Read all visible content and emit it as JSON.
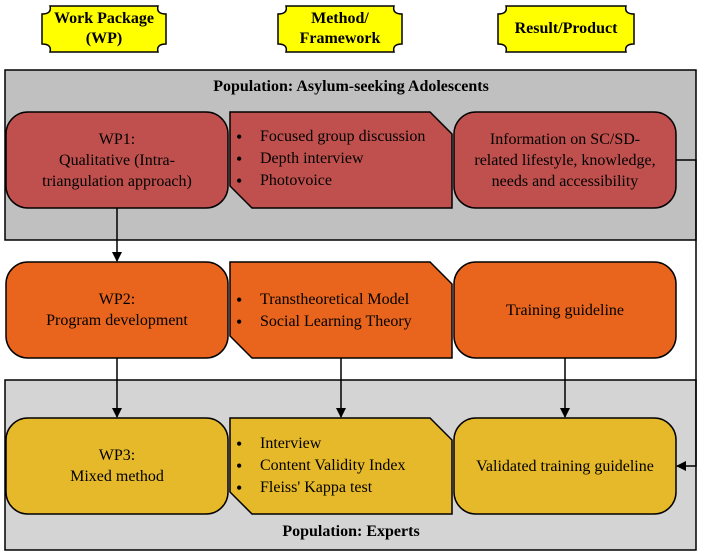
{
  "headers": {
    "work_package": "Work Package\n(WP)",
    "method": "Method/\nFramework",
    "result": "Result/Product"
  },
  "bands": {
    "top_title": "Population: Asylum-seeking Adolescents",
    "bottom_title": "Population: Experts"
  },
  "rows": [
    {
      "wp": "WP1:\nQualitative (Intra-\ntriangulation approach)",
      "methods": [
        "Focused group discussion",
        "Depth interview",
        "Photovoice"
      ],
      "result": "Information on SC/SD-\nrelated lifestyle, knowledge,\nneeds and accessibility"
    },
    {
      "wp": "WP2:\nProgram development",
      "methods": [
        "Transtheoretical Model",
        "Social Learning Theory"
      ],
      "result": "Training guideline"
    },
    {
      "wp": "WP3:\nMixed method",
      "methods": [
        "Interview",
        "Content Validity Index",
        "Fleiss' Kappa test"
      ],
      "result": "Validated training guideline"
    }
  ],
  "colors": {
    "header_fill": "#ffff00",
    "band_fill": "#c0c0c0",
    "band_fill_light": "#d4d4d4",
    "row1_fill": "#c0504d",
    "row2_fill": "#e9641c",
    "row3_fill": "#e6b92a"
  }
}
